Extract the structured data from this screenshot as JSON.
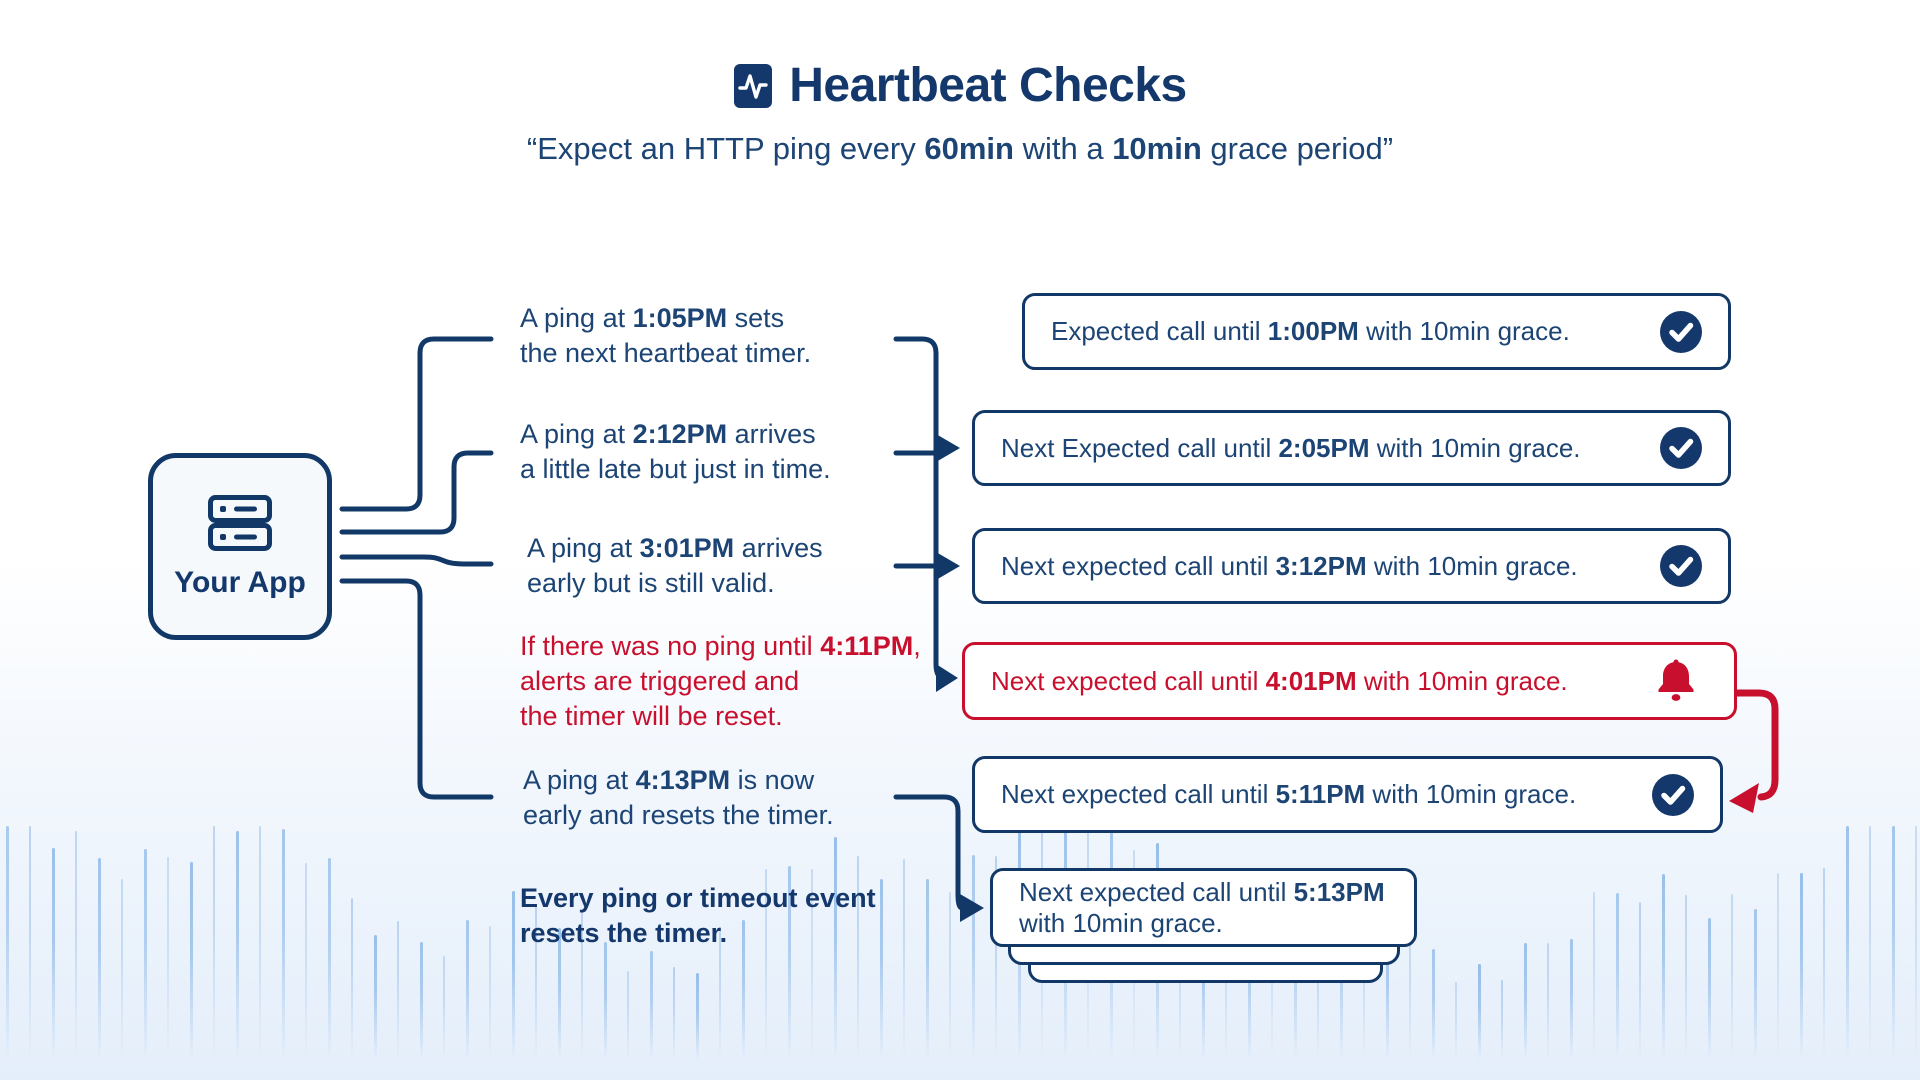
{
  "header": {
    "title": "Heartbeat Checks",
    "icon": "activity-icon",
    "subtitle_segments": [
      {
        "t": "“Expect an HTTP ping every "
      },
      {
        "t": "60min",
        "b": true
      },
      {
        "t": " with a "
      },
      {
        "t": "10min",
        "b": true
      },
      {
        "t": " grace period”"
      }
    ]
  },
  "app_node": {
    "label": "Your App",
    "icon": "server-icon"
  },
  "annotations": [
    {
      "status": "normal",
      "segments": [
        {
          "t": "A ping at "
        },
        {
          "t": "1:05PM",
          "b": true
        },
        {
          "t": " sets\nthe next heartbeat timer."
        }
      ]
    },
    {
      "status": "normal",
      "segments": [
        {
          "t": "A ping at "
        },
        {
          "t": "2:12PM",
          "b": true
        },
        {
          "t": " arrives\na little late but just in time."
        }
      ]
    },
    {
      "status": "normal",
      "segments": [
        {
          "t": "A ping at "
        },
        {
          "t": "3:01PM",
          "b": true
        },
        {
          "t": " arrives\nearly but is still valid."
        }
      ]
    },
    {
      "status": "alert",
      "segments": [
        {
          "t": "If there was no ping until "
        },
        {
          "t": "4:11PM",
          "b": true
        },
        {
          "t": ",\nalerts are triggered and\nthe timer will be reset."
        }
      ]
    },
    {
      "status": "normal",
      "segments": [
        {
          "t": "A ping at "
        },
        {
          "t": "4:13PM",
          "b": true
        },
        {
          "t": " is now\nearly and resets the timer."
        }
      ]
    },
    {
      "status": "emphasis",
      "segments": [
        {
          "t": "Every ping or timeout event\nresets the timer.",
          "b": true
        }
      ]
    }
  ],
  "events": [
    {
      "status": "ok",
      "icon": "check-icon",
      "segments": [
        {
          "t": "Expected call until "
        },
        {
          "t": "1:00PM",
          "b": true
        },
        {
          "t": " with 10min grace."
        }
      ]
    },
    {
      "status": "ok",
      "icon": "check-icon",
      "segments": [
        {
          "t": "Next Expected call until "
        },
        {
          "t": "2:05PM",
          "b": true
        },
        {
          "t": " with 10min grace."
        }
      ]
    },
    {
      "status": "ok",
      "icon": "check-icon",
      "segments": [
        {
          "t": "Next expected call until "
        },
        {
          "t": "3:12PM",
          "b": true
        },
        {
          "t": " with 10min grace."
        }
      ]
    },
    {
      "status": "alert",
      "icon": "bell-icon",
      "segments": [
        {
          "t": "Next expected call until "
        },
        {
          "t": "4:01PM",
          "b": true
        },
        {
          "t": " with 10min grace."
        }
      ]
    },
    {
      "status": "ok",
      "icon": "check-icon",
      "segments": [
        {
          "t": "Next expected call until "
        },
        {
          "t": "5:11PM",
          "b": true
        },
        {
          "t": " with 10min grace."
        }
      ]
    },
    {
      "status": "pending",
      "icon": null,
      "segments": [
        {
          "t": "Next expected call until "
        },
        {
          "t": "5:13PM",
          "b": true
        },
        {
          "t": " with 10min grace."
        }
      ]
    }
  ],
  "colors": {
    "navy": "#113866",
    "navy_text": "#1c4474",
    "red": "#c8102e",
    "box_bg": "#ffffff",
    "app_bg": "#f6f9fc",
    "wave": "#6ea5e1"
  }
}
